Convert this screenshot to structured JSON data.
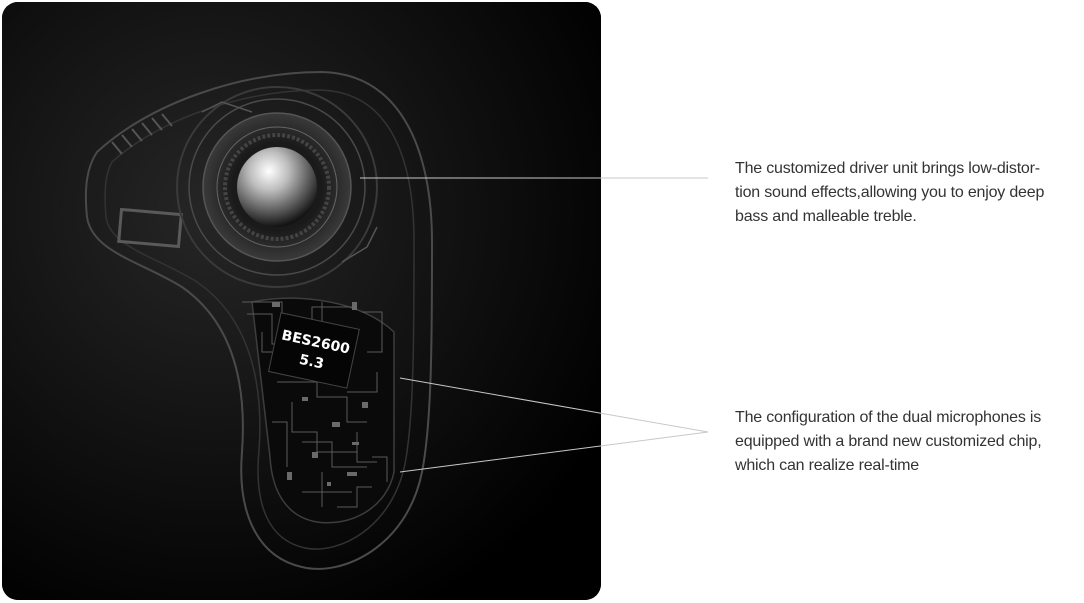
{
  "chip": {
    "model": "BES2600",
    "version": "5.3"
  },
  "callouts": [
    {
      "lines": [
        "The customized driver unit brings low-distor-",
        "tion sound effects,allowing you to enjoy deep",
        "bass and malleable treble."
      ]
    },
    {
      "lines": [
        "The configuration of the dual microphones is",
        "equipped with a brand new customized chip,",
        "which can realize real-time"
      ]
    }
  ],
  "colors": {
    "panel_background": "#000000",
    "text": "#333333",
    "callout_line": "#c8c8c8"
  }
}
